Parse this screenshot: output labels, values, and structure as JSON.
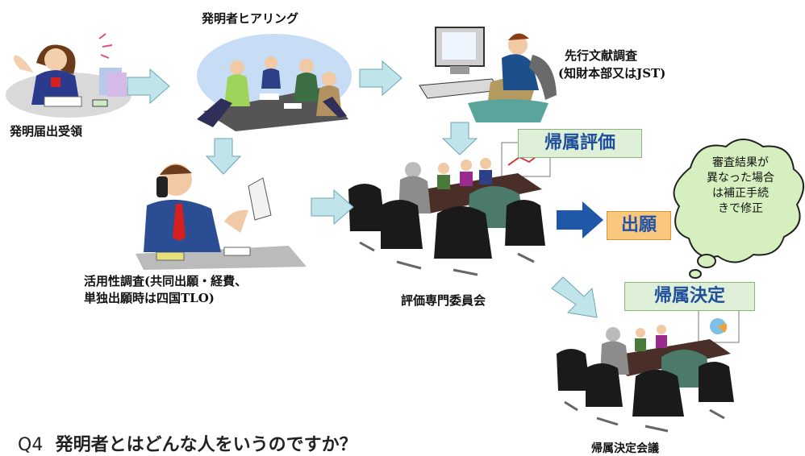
{
  "labels": {
    "receipt": "発明届出受領",
    "hearing": "発明者ヒアリング",
    "search_line1": "先行文献調査",
    "search_line2": "(知財本部又はJST)",
    "utilization_line1": "活用性調査(共同出願・経費、",
    "utilization_line2": "単独出願時は四国TLO)",
    "committee": "評価専門委員会",
    "decision_meeting": "帰属決定会議"
  },
  "tags": {
    "evaluation": "帰属評価",
    "application": "出願",
    "decision": "帰属決定"
  },
  "bubble": {
    "line1": "審査結果が",
    "line2": "異なった場合",
    "line3": "は補正手続",
    "line4": "きで修正"
  },
  "question": {
    "number": "Q4",
    "text": "発明者とはどんな人をいうのですか？"
  },
  "colors": {
    "arrow_light": "#bfe4ea",
    "arrow_dark": "#1f58a8",
    "tag_green": "#dff0d8",
    "tag_orange": "#f9c77e"
  }
}
